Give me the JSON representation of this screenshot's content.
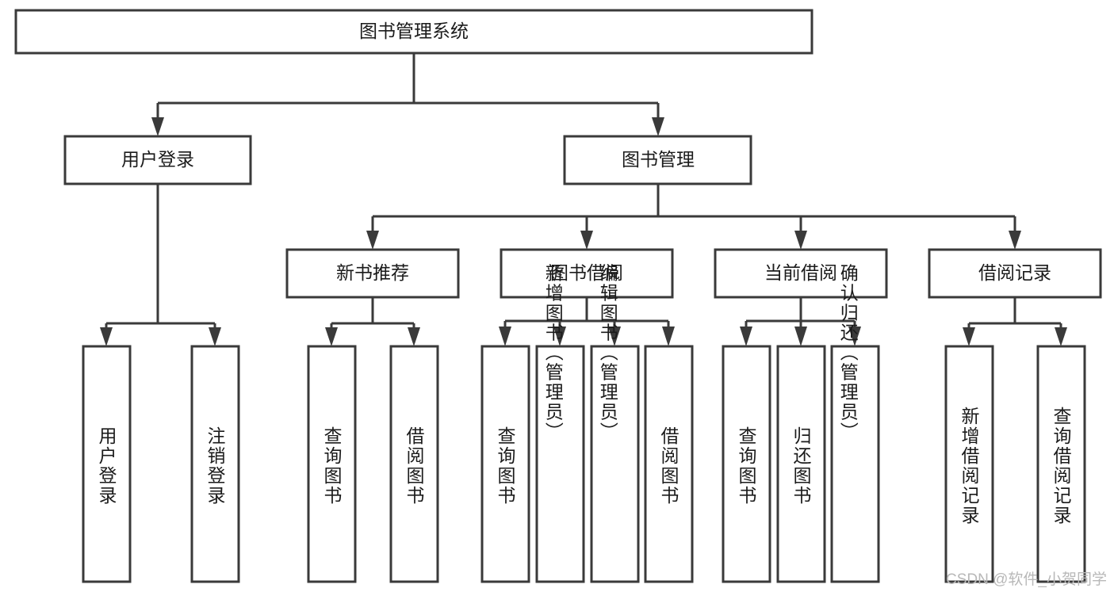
{
  "diagram": {
    "title": "图书管理系统",
    "type": "tree-hierarchy",
    "root": {
      "label": "图书管理系统",
      "orientation": "horizontal"
    },
    "level2": [
      {
        "label": "用户登录",
        "orientation": "horizontal"
      },
      {
        "label": "图书管理",
        "orientation": "horizontal"
      }
    ],
    "level3": [
      {
        "label": "新书推荐",
        "orientation": "horizontal",
        "parent": "图书管理"
      },
      {
        "label": "图书借阅",
        "orientation": "horizontal",
        "parent": "图书管理"
      },
      {
        "label": "当前借阅",
        "orientation": "horizontal",
        "parent": "图书管理"
      },
      {
        "label": "借阅记录",
        "orientation": "horizontal",
        "parent": "图书管理"
      }
    ],
    "leaves": {
      "user_login": [
        {
          "label": "用户登录",
          "orientation": "vertical"
        },
        {
          "label": "注销登录",
          "orientation": "vertical"
        }
      ],
      "new_book_recommend": [
        {
          "label": "查询图书",
          "orientation": "vertical"
        },
        {
          "label": "借阅图书",
          "orientation": "vertical"
        }
      ],
      "book_borrow": [
        {
          "label": "查询图书",
          "orientation": "vertical"
        },
        {
          "label": "新增图书（管理员）",
          "orientation": "vertical"
        },
        {
          "label": "编辑图书（管理员）",
          "orientation": "vertical"
        },
        {
          "label": "借阅图书",
          "orientation": "vertical"
        }
      ],
      "current_borrow": [
        {
          "label": "查询图书",
          "orientation": "vertical"
        },
        {
          "label": "归还图书",
          "orientation": "vertical"
        },
        {
          "label": "确认归还（管理员）",
          "orientation": "vertical"
        }
      ],
      "borrow_records": [
        {
          "label": "新增借阅记录",
          "orientation": "vertical"
        },
        {
          "label": "查询借阅记录",
          "orientation": "vertical"
        }
      ]
    }
  },
  "watermark": {
    "text": "CSDN @软件_小贺同学"
  },
  "colors": {
    "box_border": "#3a3a3a",
    "box_fill": "#ffffff",
    "text": "#1b1b1b",
    "connector": "#3a3a3a",
    "watermark": "#b8b8b8",
    "background": "#ffffff"
  }
}
